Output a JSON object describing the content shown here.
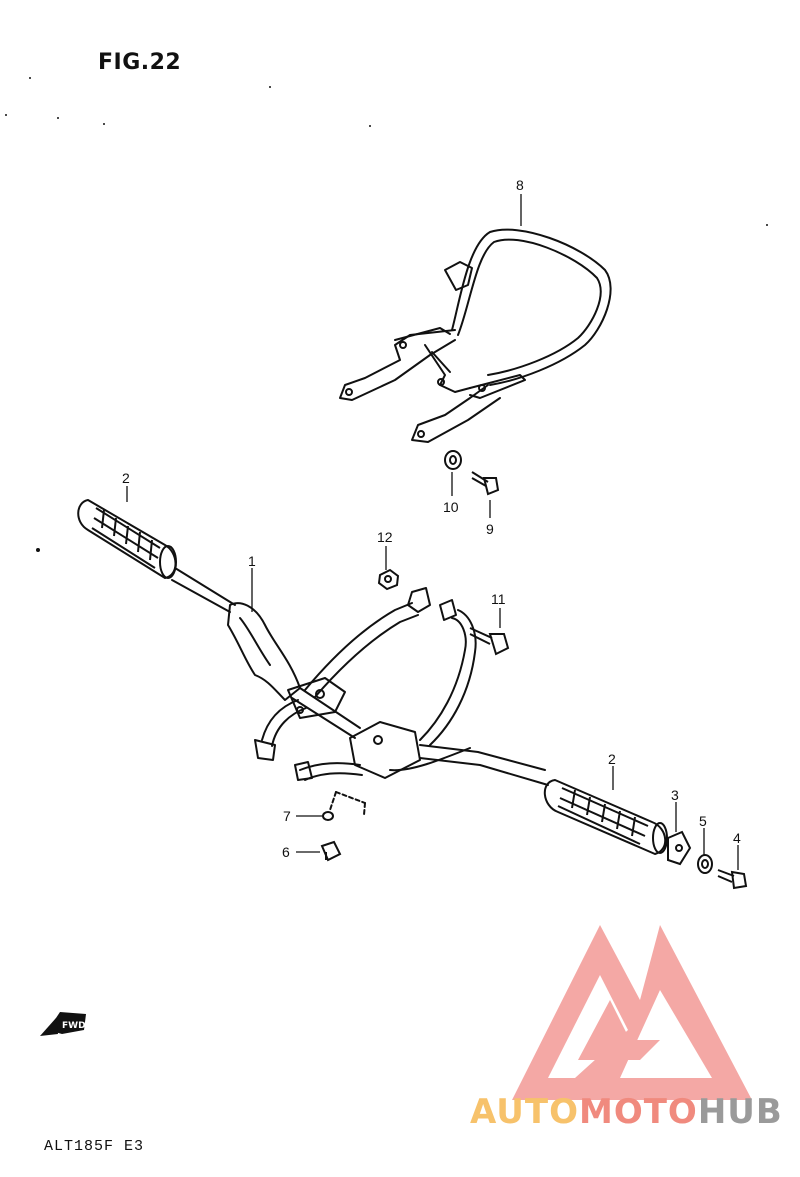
{
  "figure": {
    "title": "FIG.22",
    "model_code": "ALT185F E3",
    "fwd_label": "FWD"
  },
  "callouts": [
    "1",
    "2",
    "2",
    "3",
    "4",
    "5",
    "6",
    "7",
    "8",
    "9",
    "10",
    "11",
    "12"
  ],
  "watermark": {
    "part1": "AUTO",
    "part2": "MOTO",
    "part3": "HUB",
    "colors": {
      "auto": "#f7c26b",
      "moto": "#f08a7e",
      "hub": "#9a9a9a",
      "logo": "#f39a96"
    }
  },
  "colors": {
    "ink": "#111111",
    "paper": "#ffffff"
  }
}
